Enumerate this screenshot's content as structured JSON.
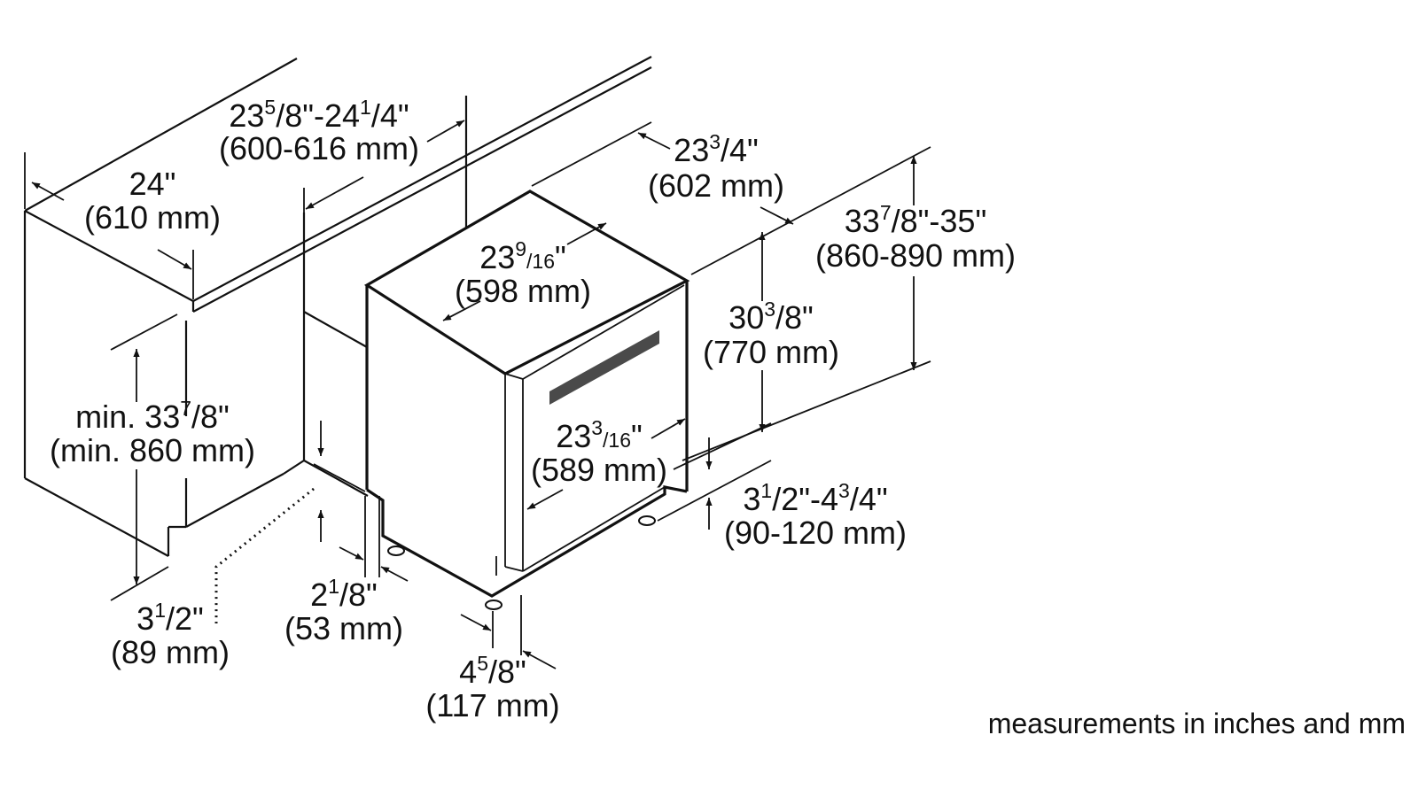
{
  "labels": {
    "cabinet_depth_in": [
      "24\""
    ],
    "cabinet_depth_mm": "(610 mm)",
    "niche_width_in": [
      "23",
      "5",
      "/8\"-24",
      "1",
      "/4\""
    ],
    "niche_width_mm": "(600-616 mm)",
    "unit_width_in": [
      "23",
      "3",
      "/4\""
    ],
    "unit_width_mm": "(602 mm)",
    "unit_top_depth_in": [
      "23",
      "9",
      "/16",
      "\""
    ],
    "unit_top_depth_mm": "(598 mm)",
    "niche_height_in": [
      "33",
      "7",
      "/8\"-35\""
    ],
    "niche_height_mm": "(860-890 mm)",
    "unit_height_in": [
      "30",
      "3",
      "/8\""
    ],
    "unit_height_mm": "(770 mm)",
    "min_height_in": [
      "min. 33",
      "7",
      "/8\""
    ],
    "min_height_mm": "(min. 860 mm)",
    "door_depth_in": [
      "23",
      "3",
      "/16",
      "\""
    ],
    "door_depth_mm": "(589 mm)",
    "toe_height_in": [
      "3",
      "1",
      "/2\"-4",
      "3",
      "/4\""
    ],
    "toe_height_mm": "(90-120 mm)",
    "toe_recess_in": [
      "2",
      "1",
      "/8\""
    ],
    "toe_recess_mm": "(53 mm)",
    "kick_in": [
      "3",
      "1",
      "/2\""
    ],
    "kick_mm": "(89 mm)",
    "foot_depth_in": [
      "4",
      "5",
      "/8\""
    ],
    "foot_depth_mm": "(117 mm)",
    "footnote": "measurements in inches and mm"
  }
}
